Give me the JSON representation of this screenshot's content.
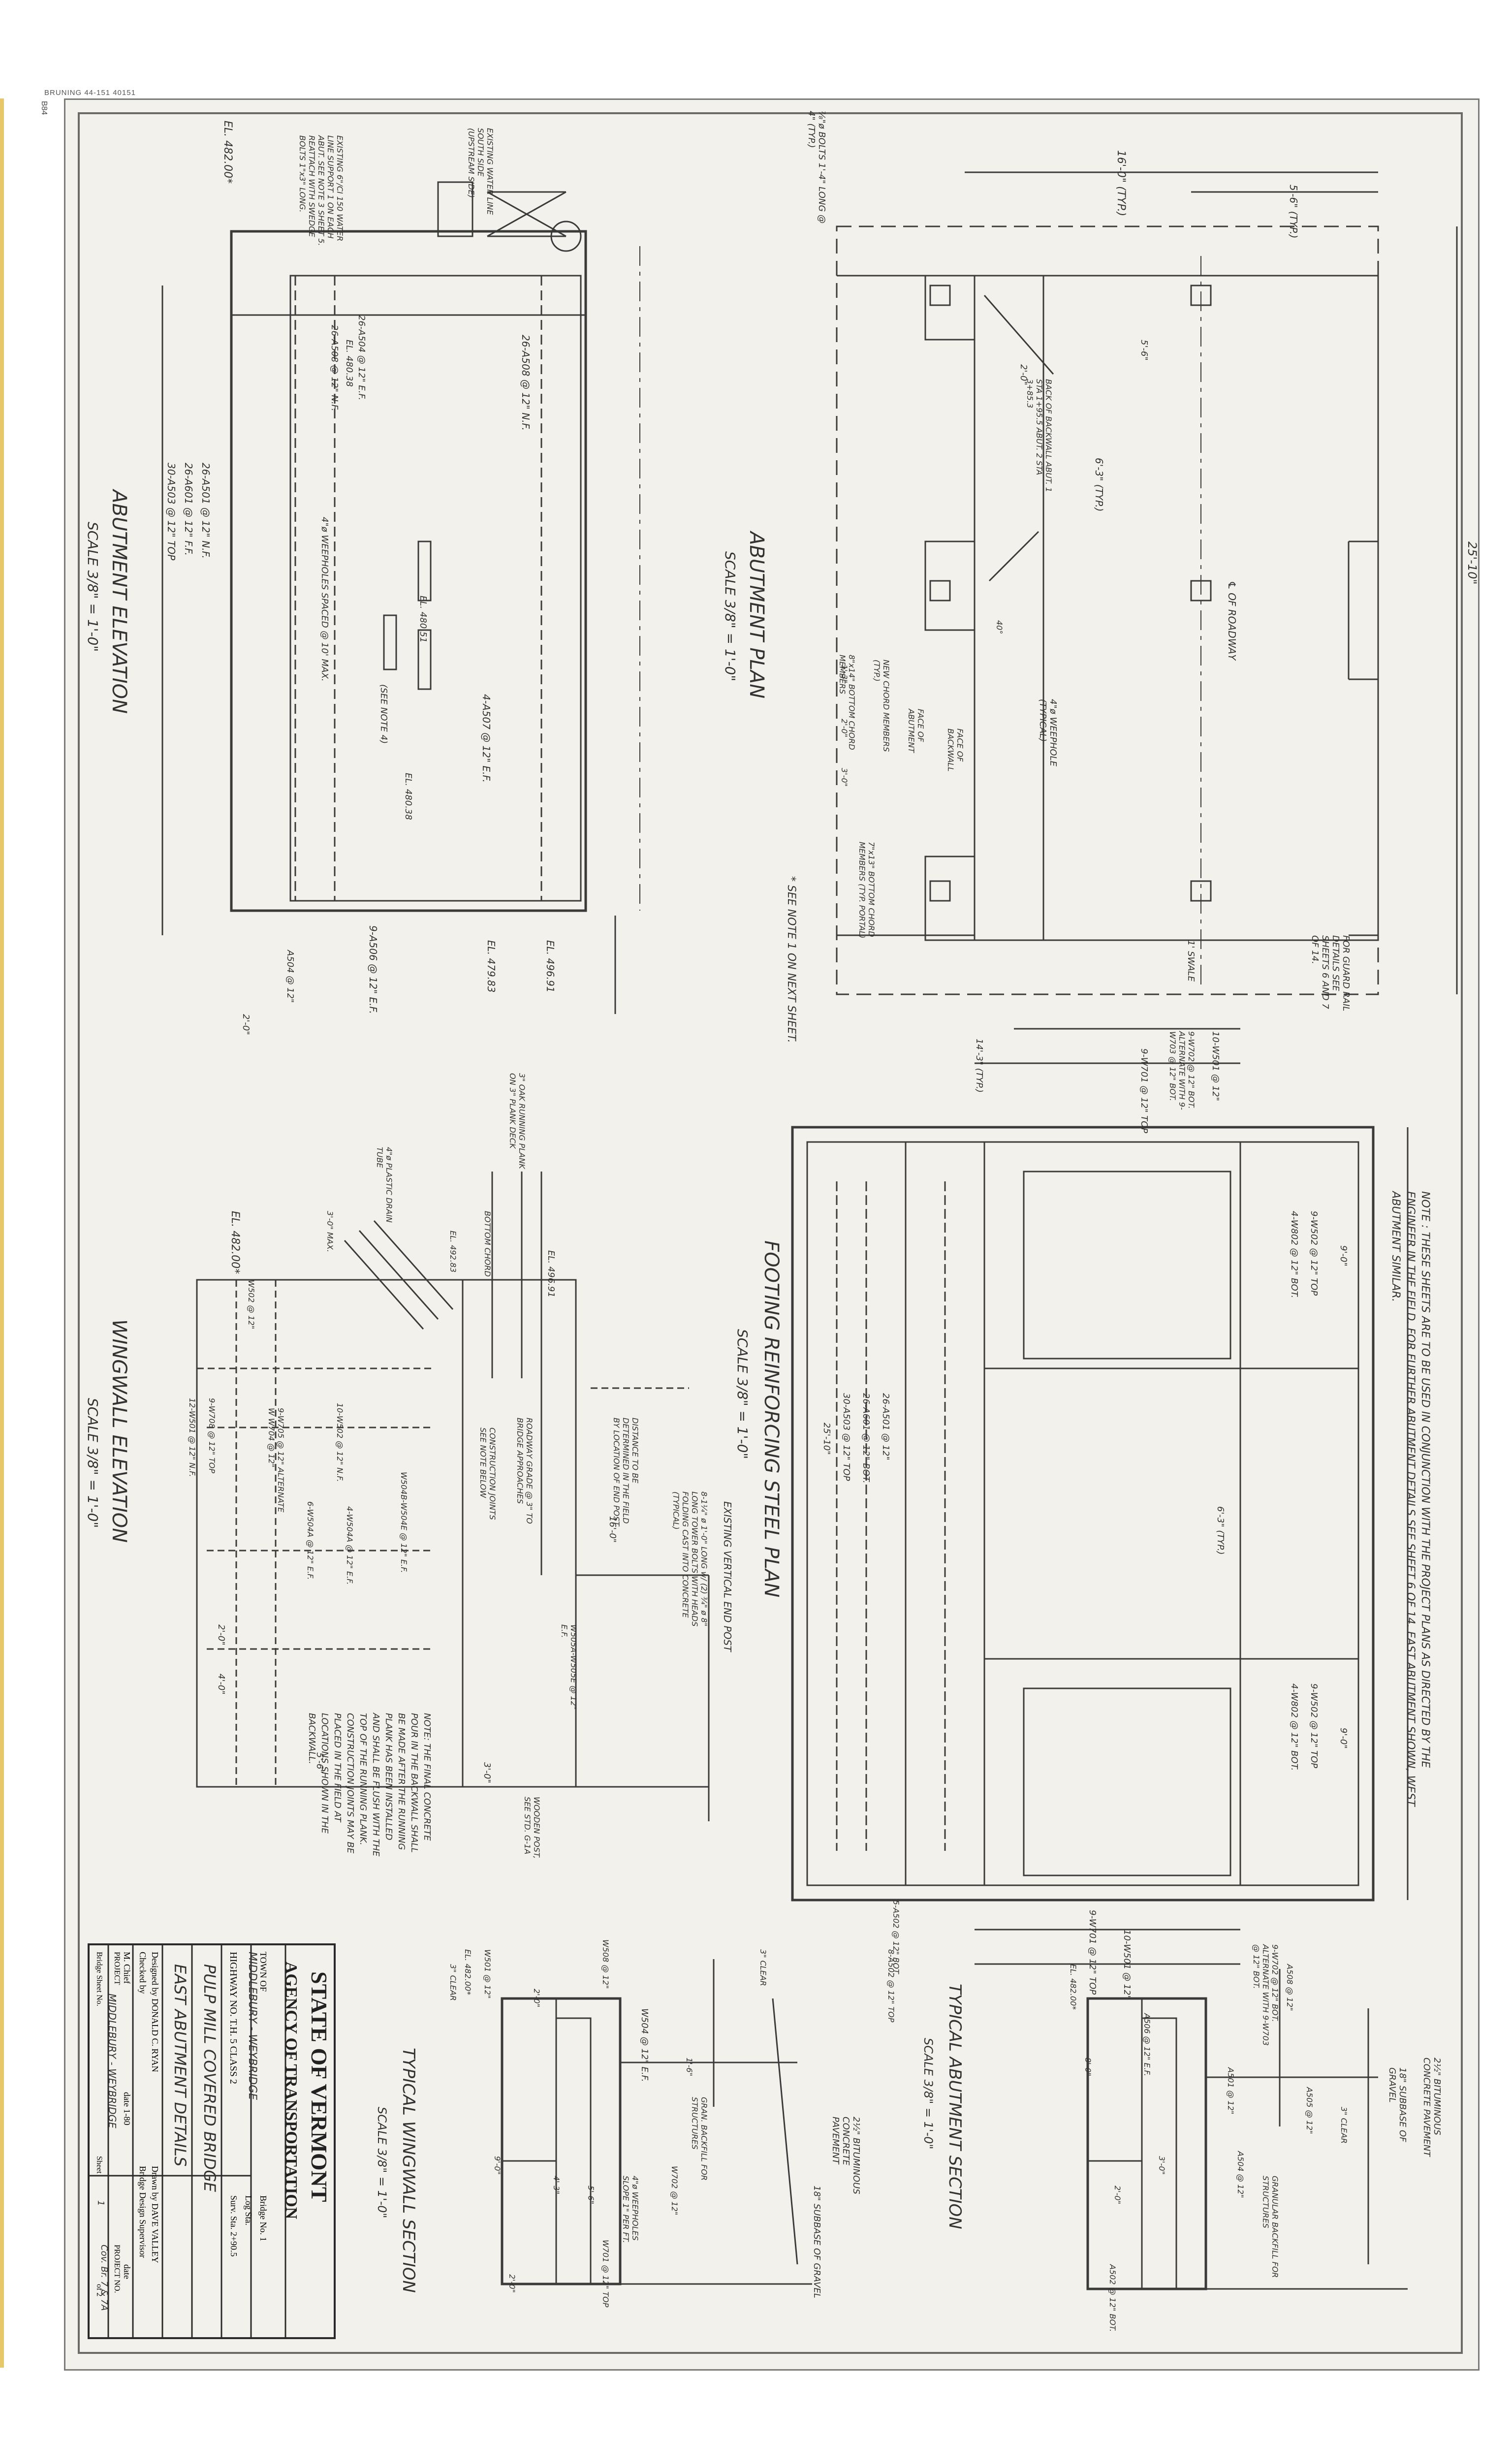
{
  "sheet": {
    "maker_stamp": "BRUNING 44-151 40151",
    "sheet_code": "B84"
  },
  "title_block": {
    "state": "STATE OF VERMONT",
    "agency": "AGENCY OF TRANSPORTATION",
    "town_label": "TOWN OF",
    "town": "MIDDLEBURY - WEYBRIDGE",
    "highway": "HIGHWAY NO. T.H. 5  CLASS 2",
    "bridge_no": "Bridge No. 1",
    "log_sta": "Log Sta.",
    "survey_sta": "Surv. Sta. 2+90.5",
    "title1": "PULP MILL COVERED BRIDGE",
    "title2": "EAST ABUTMENT DETAILS",
    "designed_by": "Designed by DONALD C. RYAN",
    "drawn_by": "Drawn by DAVE VALLEY",
    "checked_by": "Checked by",
    "design_supervisor": "Bridge Design Supervisor",
    "m_chief": "M. Chief",
    "date1": "date 1-80",
    "date2": "date",
    "project_label": "PROJECT",
    "project": "MIDDLEBURY - WEYBRIDGE",
    "project_no_label": "PROJECT NO.",
    "project_no": "Cov. Br. 7 & 7A",
    "bridge_sheet_no": "Bridge Sheet No.",
    "sheet": "Sheet",
    "sheet_no": "1",
    "of": "of 2"
  },
  "views": {
    "abutment_elevation": {
      "title": "ABUTMENT ELEVATION",
      "scale": "SCALE 3/8\" = 1'-0\"",
      "note": "* SEE NOTE 1 ON NEXT SHEET.",
      "labels": [
        "EL. 482.00*",
        "EL. 496.91",
        "EL. 479.83",
        "EL. 480.38",
        "EL. 480.38",
        "EL. 480.51",
        "26-A508 @ 12\" N.F.",
        "26-A504 @ 12\" E.F.",
        "26-A508 @ 12\" N.F.",
        "4\"ø WEEPHOLES SPACED @ 10' MAX.",
        "4-A507 @ 12\" E.F.",
        "(SEE NOTE 4)",
        "26-A501 @ 12\" N.F.",
        "26-A601 @ 12\" F.F.",
        "30-A503 @ 12\" TOP",
        "9-A506 @ 12\" E.F.",
        "A504 @ 12\"",
        "2'-0\"",
        "EXISTING 6\"/CI 150 WATER LINE SUPPORT 1 ON EACH ABUT. SEE NOTE 3 SHEET 5. REATTACH WITH SWEDGE BOLTS 1\"x3\" LONG.",
        "EXISTING WATER LINE SOUTH SIDE (UPSTREAM SIDE)",
        "⅞\"ø BOLTS 1'-4\" LONG @ 4\" (TYP.)"
      ]
    },
    "abutment_plan": {
      "title": "ABUTMENT PLAN",
      "scale": "SCALE 3/8\" = 1'-0\"",
      "labels": [
        "16'-0\" (TYP.)",
        "5'-6\" (TYP.)",
        "25'-10\"",
        "6'-3\" (TYP.)",
        "2'-0\"",
        "5'-6\"",
        "BACK OF BACKWALL ABUT. 1 STA 1+95.5 ABUT. 2 STA 3+85.3",
        "℄ OF ROADWAY",
        "4\"ø WEEPHOLE (TYPICAL)",
        "FACE OF BACKWALL",
        "FACE OF ABUTMENT",
        "NEW CHORD MEMBERS (TYP.)",
        "8\"x14\" BOTTOM CHORD MEMBERS",
        "7\"x13\" BOTTOM CHORD MEMBERS (TYP. PORTAL)",
        "1'-3\"",
        "2'-0\"",
        "3'-0\"",
        "1' SWALE",
        "40°",
        "FOR GUARD RAIL DETAILS SEE SHEETS 6 AND 7 OF 14."
      ]
    },
    "footing_plan": {
      "title": "FOOTING REINFORCING STEEL PLAN",
      "scale": "SCALE 3/8\" = 1'-0\"",
      "labels": [
        "10-W501 @ 12\"",
        "9-W702 @ 12\" BOT. ALTERNATE WITH 9-W703 @ 12\" BOT.",
        "9-W701 @ 12\" TOP",
        "14'-3\" (TYP.)",
        "9'-0\"",
        "9-W502 @ 12\" TOP",
        "4-W802 @ 12\" BOT.",
        "26-A501 @ 12\"",
        "26-A601 @ 12\" BOT.",
        "30-A503 @ 12\" TOP",
        "25'-10\"",
        "6'-3\" (TYP.)",
        "9'-0\"",
        "9-W502 @ 12\" TOP",
        "4-W802 @ 12\" BOT.",
        "5-A502 @ 12\" BOT.",
        "8-A502 @ 12\" TOP",
        "9-W701 @ 12\" TOP",
        "10-W501 @ 12\"",
        "9-W702 @ 12\" BOT. ALTERNATE WITH 9-W703 @ 12\" BOT."
      ]
    },
    "wingwall_elevation": {
      "title": "WINGWALL ELEVATION",
      "scale": "SCALE 3/8\" = 1'-0\"",
      "labels": [
        "EL. 482.00*",
        "3\" OAK RUNNING PLANK ON 3\" PLANK DECK",
        "EL. 496.91",
        "EL. 492.83",
        "BOTTOM CHORD",
        "4\"ø PLASTIC DRAIN TUBE",
        "3'-0\" MAX.",
        "W502 @ 12\"",
        "9-W708 @ 12\" TOP",
        "10-W502 @ 12\" N.F.",
        "12-W501 @ 12\" N.F.",
        "W504B-W504E @ 12\" E.F.",
        "6-W504A @ 12\" E.F.",
        "4-W504A @ 12\" E.F.",
        "9-W705 @ 12\" ALTERNATE W W704 @ 12\"",
        "CONSTRUCTION JOINTS SEE NOTE BELOW",
        "ROADWAY GRADE @ 3\" TO BRIDGE APPROACHES",
        "16'-0\"",
        "DISTANCE TO BE DETERMINED IN THE FIELD BY LOCATION OF END POST",
        "EXISTING VERTICAL END POST",
        "W505A-W505E @ 12\" E.F.",
        "3'-0\"",
        "2'-0\"",
        "4'-0\"",
        "5'-6\"",
        "WOODEN POST, SEE STD. G-1A"
      ]
    },
    "wingwall_section": {
      "title": "TYPICAL WINGWALL SECTION",
      "scale": "SCALE 3/8\" = 1'-0\"",
      "labels": [
        "W501 @ 12\"",
        "EL. 482.00*",
        "3\" CLEAR",
        "2'-0\"",
        "W504 @ 12\" E.F.",
        "W508 @ 12\"",
        "3\" CLEAR",
        "GRAN. BACKFILL FOR STRUCTURES",
        "1'-6\"",
        "4'-3\"",
        "5'-6\"",
        "9'-0\"",
        "W702 @ 12\"",
        "4\"ø WEEPHOLES SLOPE 1\" PER FT.",
        "W701 @ 12\" TOP",
        "2'-0\"",
        "2½\" BITUMINOUS CONCRETE PAVEMENT",
        "18\" SUBBASE OF GRAVEL"
      ]
    },
    "abutment_section": {
      "title": "TYPICAL ABUTMENT SECTION",
      "scale": "SCALE 3/8\" = 1'-0\"",
      "labels": [
        "EL. 482.00*",
        "A508 @ 12\"",
        "A506 @ 12\" E.F.",
        "A502 @ 12\" BOT.",
        "A501 @ 12\"",
        "2½\" BITUMINOUS CONCRETE PAVEMENT",
        "18\" SUBBASE OF GRAVEL",
        "GRANULAR BACKFILL FOR STRUCTURES",
        "8'-0\"",
        "2'-0\"",
        "3'-0\"",
        "A504 @ 12\"",
        "A505 @ 12\"",
        "3\" CLEAR"
      ]
    }
  },
  "notes": {
    "top_note": "NOTE : THESE SHEETS ARE TO BE USED IN CONJUNCTION WITH THE PROJECT PLANS AS DIRECTED BY THE ENGINEER IN THE FIELD. FOR FURTHER ABUTMENT DETAILS SEE SHEET 6 OF 14. EAST ABUTMENT SHOWN, WEST ABUTMENT SIMILAR.",
    "joint_note": "NOTE: THE FINAL CONCRETE POUR IN THE BACKWALL SHALL BE MADE AFTER THE RUNNING PLANK HAS BEEN INSTALLED AND SHALL BE FLUSH WITH THE TOP OF THE RUNNING PLANK. CONSTRUCTION JOINTS MAY BE PLACED IN THE FIELD AT LOCATIONS SHOWN IN THE BACKWALL.",
    "bolt_note": "8-1¼\" ø 1'-0\" LONG w/ (2) ¾\" ø 8\" LONG TOWER BOLTS WITH HEADS FOLDING CAST INTO CONCRETE (TYPICAL)"
  }
}
